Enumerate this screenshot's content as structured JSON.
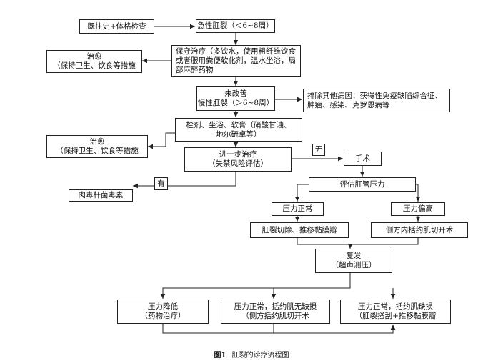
{
  "diagram": {
    "nodes": {
      "history_exam": {
        "lines": [
          "既往史+体格检查"
        ]
      },
      "acute_fissure": {
        "lines": [
          "急性肛裂（＜6~8周）"
        ]
      },
      "conservative": {
        "lines": [
          "保守治疗（多饮水，使用粗纤维饮食",
          "或者服用粪便软化剂，温水坐浴，局",
          "部麻醉药物"
        ]
      },
      "cured_1": {
        "lines": [
          "治愈",
          "（保持卫生、饮食等措施"
        ]
      },
      "not_improved": {
        "lines": [
          "未改善",
          "慢性肛裂（＞6~8周）"
        ]
      },
      "exclude_causes": {
        "lines": [
          "排除其他病因：获得性免疫缺陷综合征、",
          "肿瘤、感染、克罗恩病等"
        ]
      },
      "topical": {
        "lines": [
          "栓剂、坐浴、软膏（硝酸甘油、",
          "地尔硫卓等）"
        ]
      },
      "cured_2": {
        "lines": [
          "治愈",
          "（保持卫生、饮食等措施"
        ]
      },
      "further_treatment": {
        "lines": [
          "进一步治疗",
          "（失禁风险评估）"
        ]
      },
      "label_none": {
        "lines": [
          "无"
        ]
      },
      "label_yes": {
        "lines": [
          "有"
        ]
      },
      "surgery": {
        "lines": [
          "手术"
        ]
      },
      "botox": {
        "lines": [
          "肉毒杆菌毒素"
        ]
      },
      "assess_pressure": {
        "lines": [
          "评估肛管压力"
        ]
      },
      "pressure_normal": {
        "lines": [
          "压力正常"
        ]
      },
      "pressure_high": {
        "lines": [
          "压力偏高"
        ]
      },
      "fissurectomy": {
        "lines": [
          "肛裂切除、推移黏膜瓣"
        ]
      },
      "lis": {
        "lines": [
          "侧方内括约肌切开术"
        ]
      },
      "recurrence": {
        "lines": [
          "复发",
          "（超声测压）"
        ]
      },
      "pressure_low": {
        "lines": [
          "压力降低",
          "（药物治疗）"
        ]
      },
      "normal_no_defect": {
        "lines": [
          "压力正常，括约肌无缺损",
          "（侧方括约肌切开术"
        ]
      },
      "normal_defect": {
        "lines": [
          "压力正常，括约肌缺损",
          "（肛裂搔刮+推移黏膜瓣"
        ]
      }
    },
    "caption": {
      "label": "图1",
      "text": "肛裂的诊疗流程图"
    }
  }
}
